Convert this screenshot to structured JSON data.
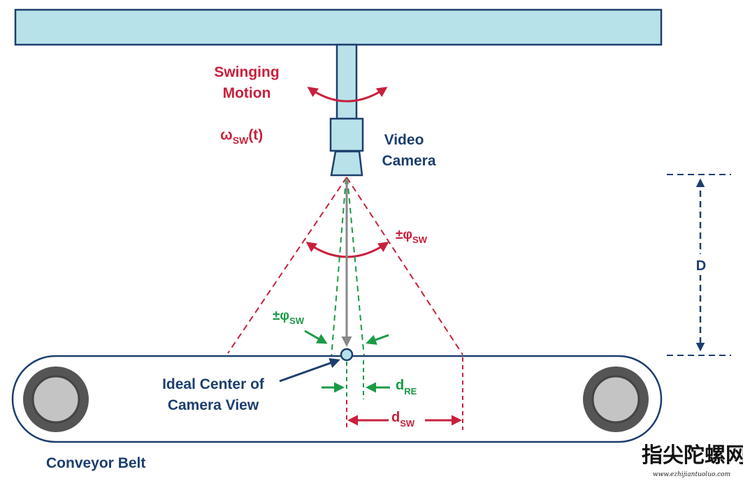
{
  "labels": {
    "swinging_motion_line1": "Swinging",
    "swinging_motion_line2": "Motion",
    "omega_symbol": "ω",
    "omega_sub": "SW",
    "omega_suffix": "(t)",
    "video_camera_line1": "Video",
    "video_camera_line2": "Camera",
    "phi_outer": "±φ",
    "phi_outer_sub": "SW",
    "phi_inner": "±φ",
    "phi_inner_sub": "SW",
    "distance_d": "D",
    "ideal_center_line1": "Ideal Center of",
    "ideal_center_line2": "Camera View",
    "d_re_main": "d",
    "d_re_sub": "RE",
    "d_sw_main": "d",
    "d_sw_sub": "SW",
    "conveyor_belt": "Conveyor Belt"
  },
  "watermark": {
    "text": "指尖陀螺网",
    "url": "www.ezhijiantuoluo.com"
  },
  "colors": {
    "structure_fill": "#b8e2ea",
    "structure_stroke": "#1d3e6e",
    "label_blue": "#1d3e6e",
    "swing_red": "#c8203c",
    "error_green": "#1a9a45",
    "center_arrow_gray": "#888888",
    "roller_outer": "#555555",
    "roller_inner": "#c4c4c4"
  }
}
